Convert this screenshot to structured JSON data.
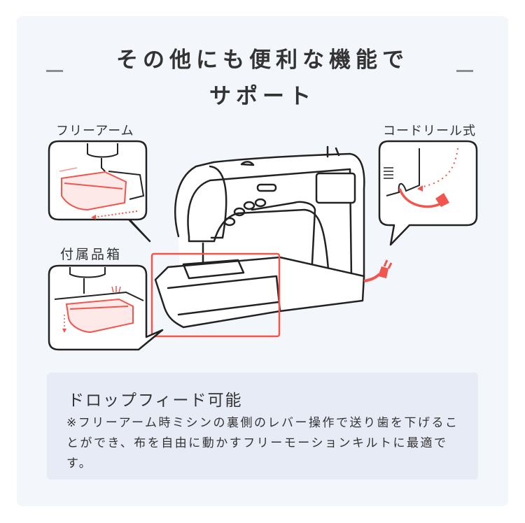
{
  "header": {
    "title_line1": "その他にも便利な機能で",
    "title_line2": "サポート"
  },
  "features": {
    "free_arm": {
      "label": "フリーアーム",
      "icon": "free-arm-illustration"
    },
    "cord_reel": {
      "label": "コードリール式",
      "icon": "cord-reel-illustration"
    },
    "accessory_box": {
      "label": "付属品箱",
      "icon": "accessory-box-illustration"
    }
  },
  "main_illustration": {
    "icon": "sewing-machine-illustration"
  },
  "info_box": {
    "title": "ドロップフィード可能",
    "body": "※フリーアーム時ミシンの裏側のレバー操作で送り歯を下げることができ、布を自由に動かすフリーモーションキルトに最適です。"
  },
  "colors": {
    "accent": "#f2554d",
    "card_bg": "#f3f6fb",
    "info_bg": "#e7ebf5",
    "text": "#333333"
  }
}
